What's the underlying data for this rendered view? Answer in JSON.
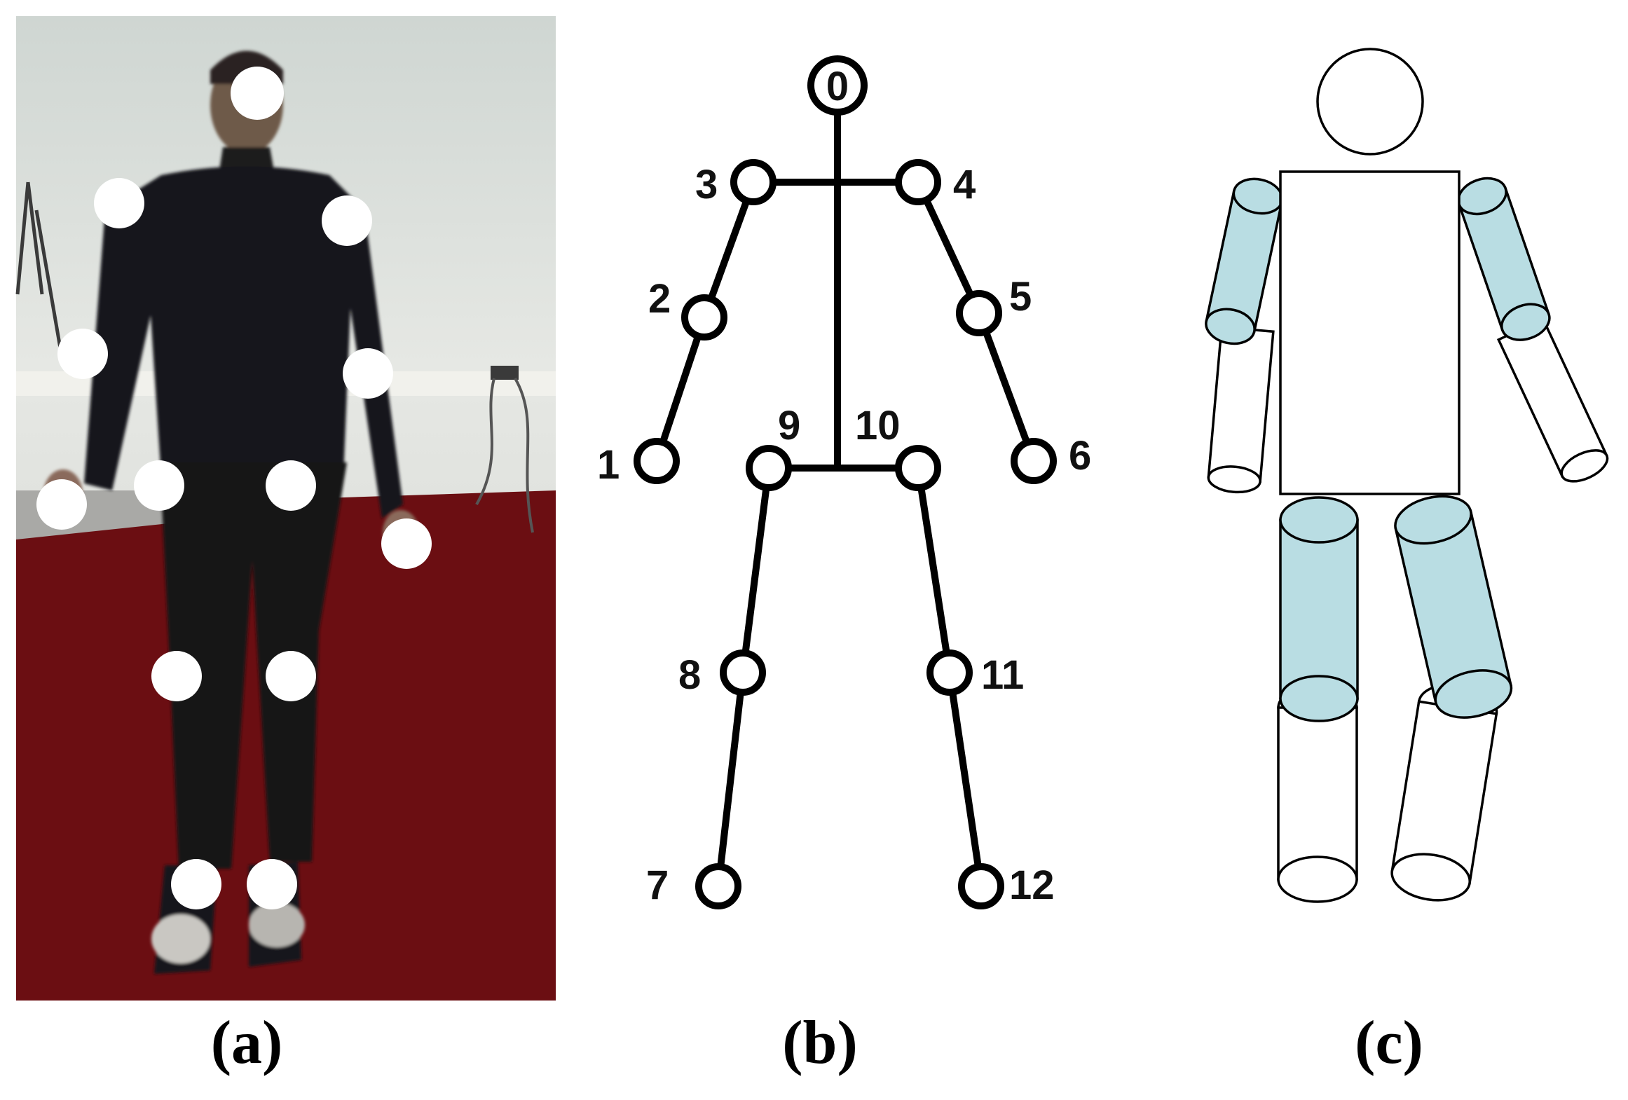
{
  "panels": {
    "a": {
      "caption": "(a)"
    },
    "b": {
      "caption": "(b)"
    },
    "c": {
      "caption": "(c)"
    }
  },
  "skeleton": {
    "joints": [
      "0",
      "1",
      "2",
      "3",
      "4",
      "5",
      "6",
      "7",
      "8",
      "9",
      "10",
      "11",
      "12"
    ]
  },
  "colors": {
    "limb_fill": "#b9dde3",
    "carpet": "#6b0e12",
    "wall": "#dfe1dd",
    "suit": "#17151a",
    "marker": "#ffffff"
  }
}
